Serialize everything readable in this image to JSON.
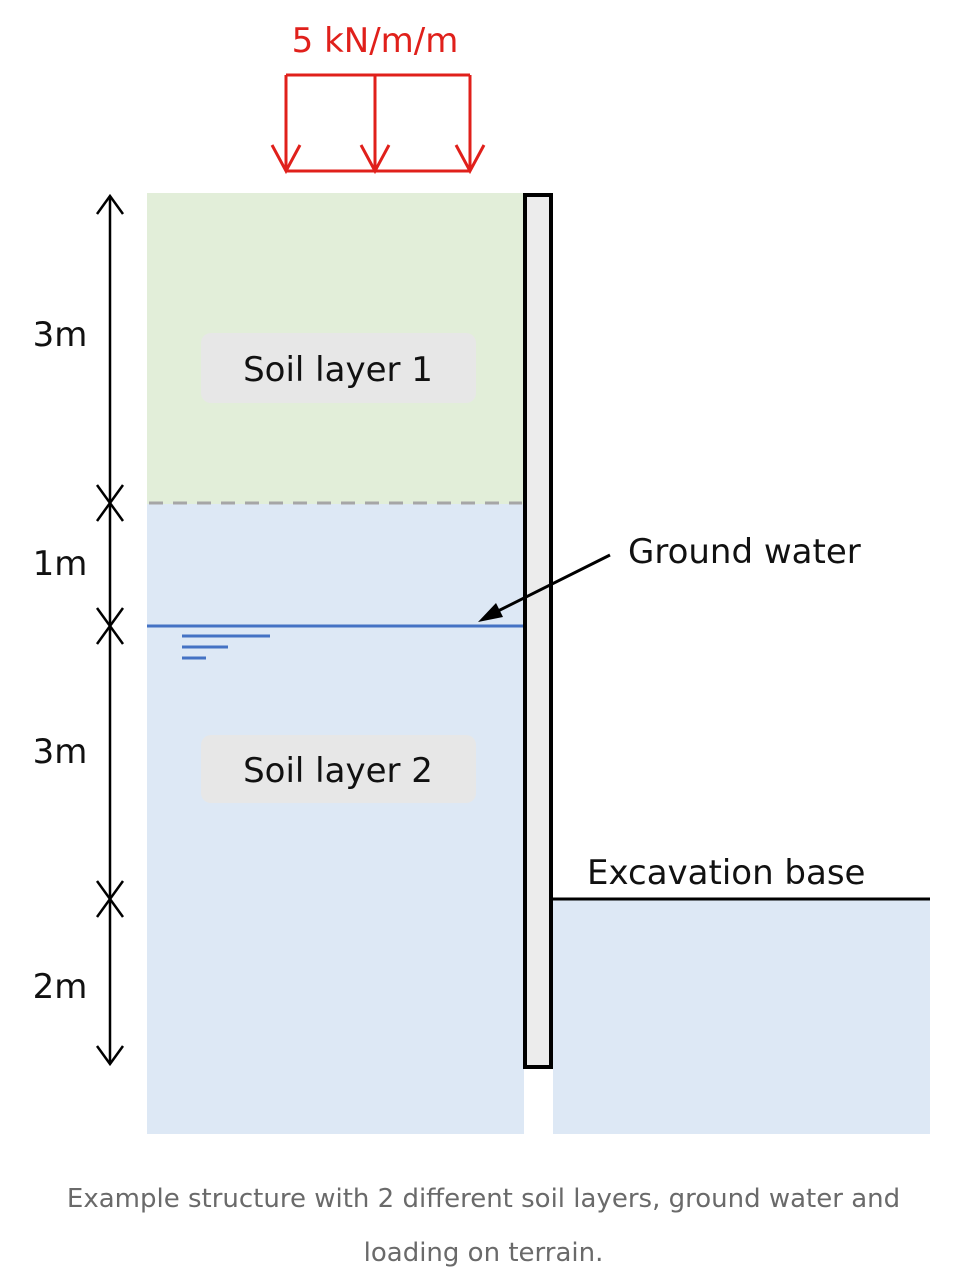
{
  "load": {
    "label": "5 kN/m/m",
    "color": "#e0201b"
  },
  "layers": [
    {
      "label": "Soil layer 1",
      "color": "#e2eed9"
    },
    {
      "label": "Soil layer 2",
      "color": "#dde8f5"
    }
  ],
  "dimensions": [
    "3m",
    "1m",
    "3m",
    "2m"
  ],
  "ground_water": {
    "label": "Ground water",
    "color": "#4472c4"
  },
  "excavation": {
    "label": "Excavation base"
  },
  "wall": {
    "color": "#ececec"
  },
  "caption": "Example structure with 2 different soil layers, ground water and loading on terrain."
}
